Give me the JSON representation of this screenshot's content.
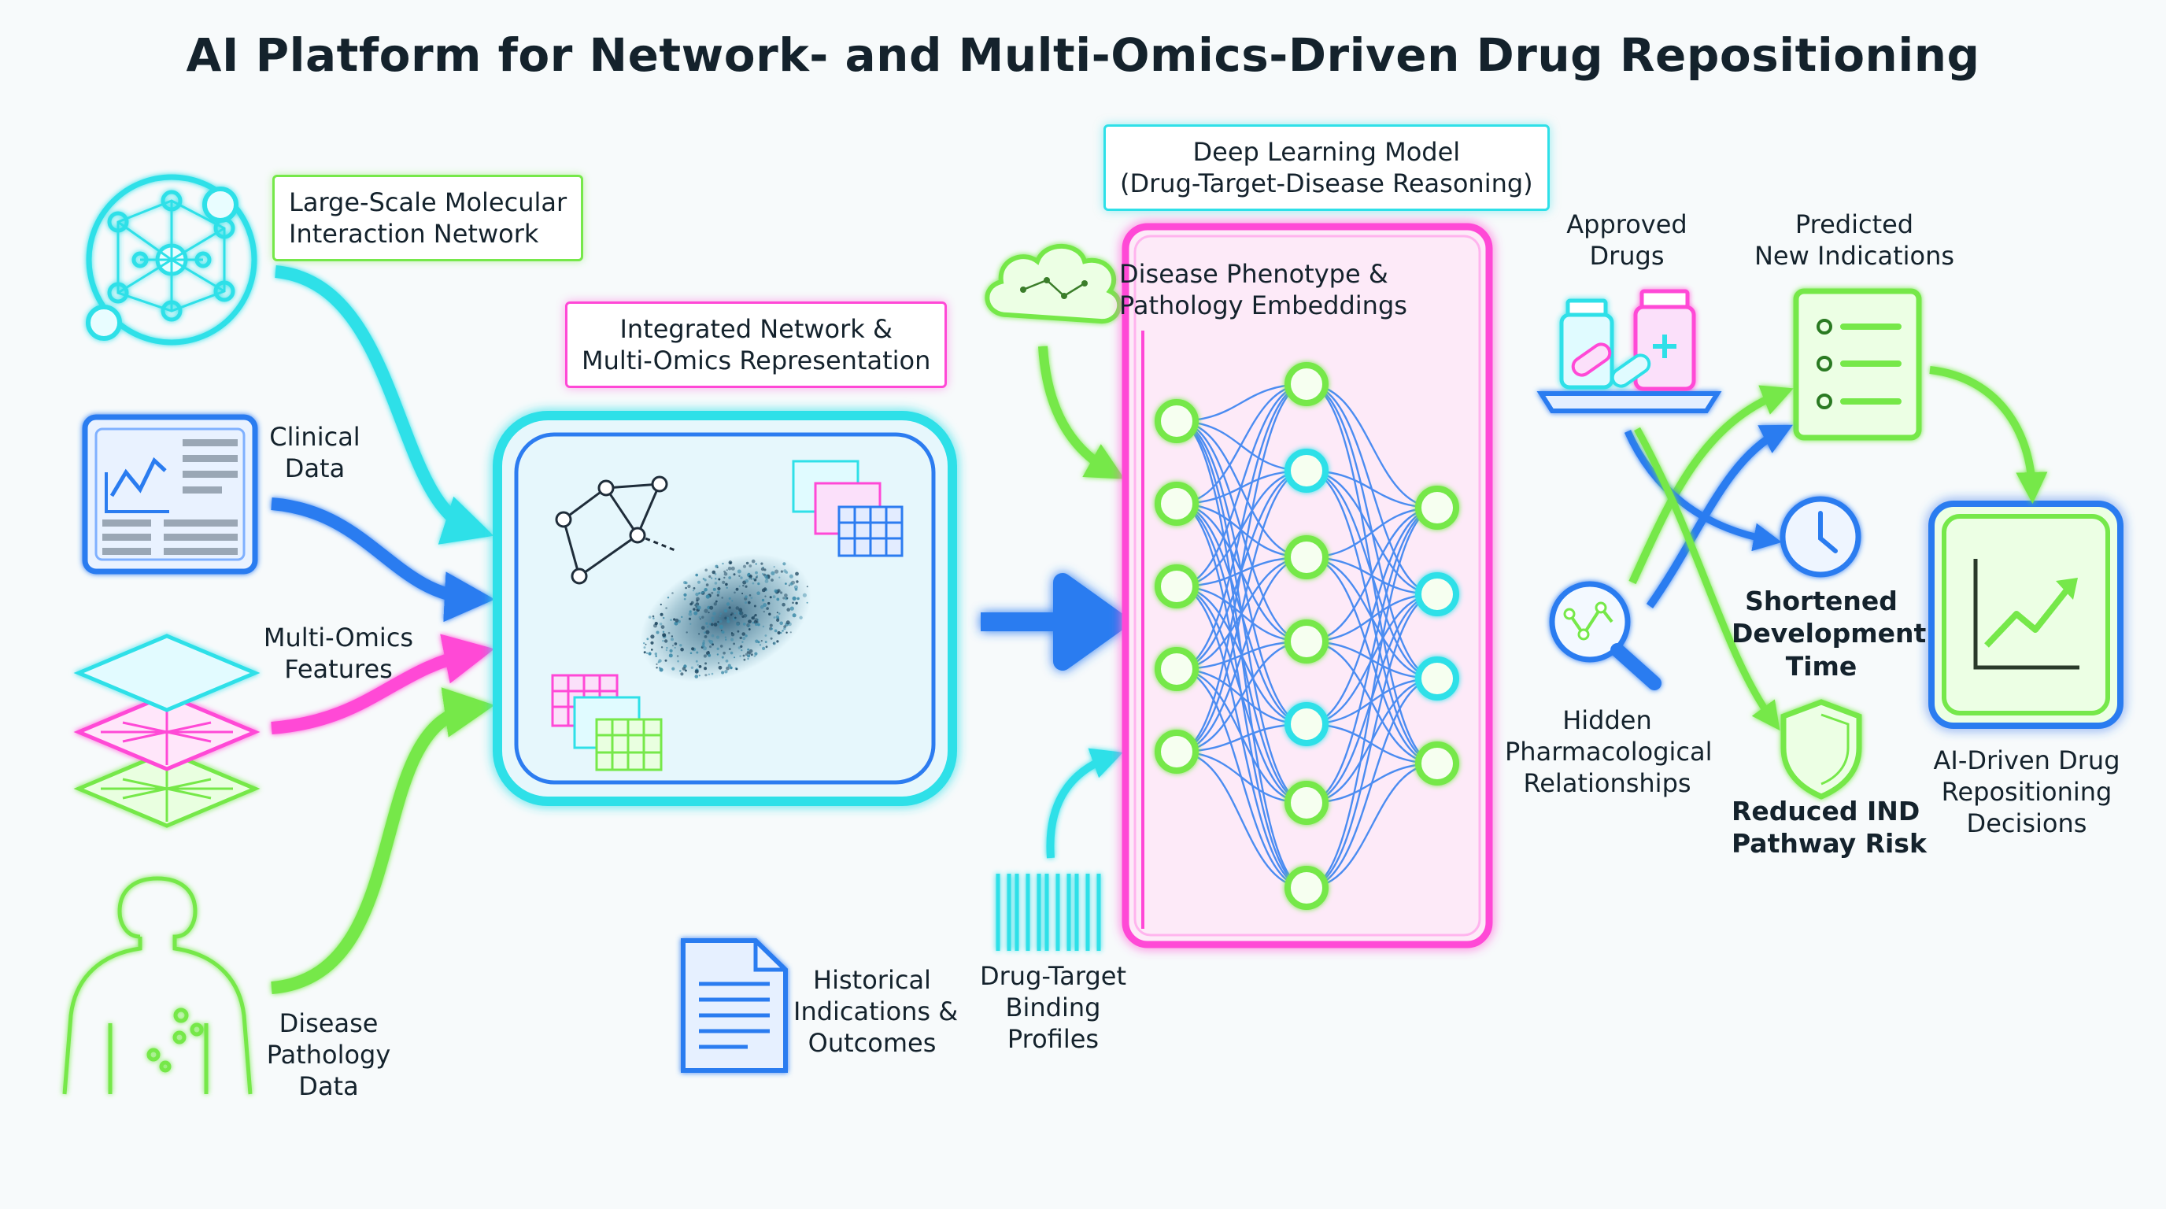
{
  "title": "AI Platform for Network- and Multi-Omics-Driven Drug Repositioning",
  "colors": {
    "cyan": "#2fe0e8",
    "blue": "#2c7cf0",
    "magenta": "#ff48d6",
    "green": "#76e84a",
    "navy": "#14222c"
  },
  "inputs": {
    "network": [
      "Large-Scale Molecular",
      "Interaction Network"
    ],
    "clinical": [
      "Clinical",
      "Data"
    ],
    "omics": [
      "Multi-Omics",
      "Features"
    ],
    "pathology": [
      "Disease",
      "Pathology",
      "Data"
    ]
  },
  "integration": {
    "label": [
      "Integrated Network &",
      "Multi-Omics Representation"
    ],
    "historical": [
      "Historical",
      "Indications &",
      "Outcomes"
    ]
  },
  "model": {
    "label": [
      "Deep Learning Model",
      "(Drug-Target-Disease Reasoning)"
    ],
    "phenotype": [
      "Disease Phenotype &",
      "Pathology Embeddings"
    ],
    "binding": [
      "Drug-Target",
      "Binding",
      "Profiles"
    ]
  },
  "outputs": {
    "hidden": [
      "Hidden",
      "Pharmacological",
      "Relationships"
    ],
    "approved": [
      "Approved",
      "Drugs"
    ],
    "predicted": [
      "Predicted",
      "New Indications"
    ],
    "shortened": [
      "Shortened",
      "Development",
      "Time"
    ],
    "reduced": [
      "Reduced IND",
      "Pathway Risk"
    ],
    "decisions": [
      "AI-Driven Drug",
      "Repositioning",
      "Decisions"
    ]
  },
  "icons": [
    "network-graph-icon",
    "clinical-dashboard-icon",
    "omics-layers-icon",
    "human-body-icon",
    "document-icon",
    "brain-cloud-icon",
    "barcode-icon",
    "magnifier-graph-icon",
    "medicine-bottles-icon",
    "checklist-icon",
    "clock-icon",
    "shield-icon",
    "trend-chart-icon"
  ]
}
